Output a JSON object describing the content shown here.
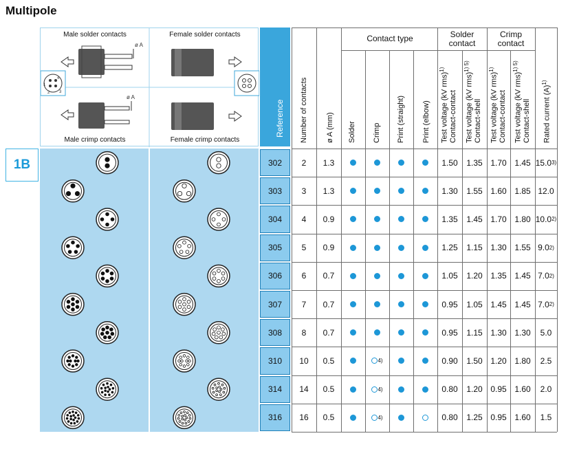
{
  "page_title": "Multipole",
  "series_tag": "1B",
  "diagram": {
    "male_solder": "Male solder contacts",
    "female_solder": "Female solder contacts",
    "male_crimp": "Male crimp contacts",
    "female_crimp": "Female crimp contacts",
    "dim_label": "ø A",
    "pin_numbers": [
      "1",
      "2",
      "3",
      "4"
    ]
  },
  "headers": {
    "reference": "Reference",
    "num_contacts": "Number of contacts",
    "diameter": "ø A (mm)",
    "contact_type": "Contact type",
    "solder": "Solder",
    "crimp": "Crimp",
    "print_straight": "Print (straight)",
    "print_elbow": "Print (elbow)",
    "solder_contact": [
      "Solder",
      "contact"
    ],
    "crimp_contact": [
      "Crimp",
      "contact"
    ],
    "test_voltage_cc": "Test voltage (kV rms)",
    "test_voltage_cc_sup": "1)",
    "test_voltage_cc_2": "Contact-contact",
    "test_voltage_cs": "Test voltage (kV rms)",
    "test_voltage_cs_sup": "1) 5)",
    "test_voltage_cs_2": "Contact-shell",
    "rated_current": "Rated current (A)",
    "rated_current_sup": "1)"
  },
  "rows": [
    {
      "ref": "302",
      "n": "2",
      "a": "1.3",
      "solder": "dot",
      "crimp": "dot",
      "crimp_note": "",
      "ps": "dot",
      "pe": "dot",
      "sc": "1.50",
      "ss": "1.35",
      "cc": "1.70",
      "cs": "1.45",
      "rc": "15.0",
      "rc_note": "3)"
    },
    {
      "ref": "303",
      "n": "3",
      "a": "1.3",
      "solder": "dot",
      "crimp": "dot",
      "crimp_note": "",
      "ps": "dot",
      "pe": "dot",
      "sc": "1.30",
      "ss": "1.55",
      "cc": "1.60",
      "cs": "1.85",
      "rc": "12.0",
      "rc_note": ""
    },
    {
      "ref": "304",
      "n": "4",
      "a": "0.9",
      "solder": "dot",
      "crimp": "dot",
      "crimp_note": "",
      "ps": "dot",
      "pe": "dot",
      "sc": "1.35",
      "ss": "1.45",
      "cc": "1.70",
      "cs": "1.80",
      "rc": "10.0",
      "rc_note": "2)"
    },
    {
      "ref": "305",
      "n": "5",
      "a": "0.9",
      "solder": "dot",
      "crimp": "dot",
      "crimp_note": "",
      "ps": "dot",
      "pe": "dot",
      "sc": "1.25",
      "ss": "1.15",
      "cc": "1.30",
      "cs": "1.55",
      "rc": "9.0",
      "rc_note": "2)"
    },
    {
      "ref": "306",
      "n": "6",
      "a": "0.7",
      "solder": "dot",
      "crimp": "dot",
      "crimp_note": "",
      "ps": "dot",
      "pe": "dot",
      "sc": "1.05",
      "ss": "1.20",
      "cc": "1.35",
      "cs": "1.45",
      "rc": "7.0",
      "rc_note": "2)"
    },
    {
      "ref": "307",
      "n": "7",
      "a": "0.7",
      "solder": "dot",
      "crimp": "dot",
      "crimp_note": "",
      "ps": "dot",
      "pe": "dot",
      "sc": "0.95",
      "ss": "1.05",
      "cc": "1.45",
      "cs": "1.45",
      "rc": "7.0",
      "rc_note": "2)"
    },
    {
      "ref": "308",
      "n": "8",
      "a": "0.7",
      "solder": "dot",
      "crimp": "dot",
      "crimp_note": "",
      "ps": "dot",
      "pe": "dot",
      "sc": "0.95",
      "ss": "1.15",
      "cc": "1.30",
      "cs": "1.30",
      "rc": "5.0",
      "rc_note": ""
    },
    {
      "ref": "310",
      "n": "10",
      "a": "0.5",
      "solder": "dot",
      "crimp": "ring",
      "crimp_note": "4)",
      "ps": "dot",
      "pe": "dot",
      "sc": "0.90",
      "ss": "1.50",
      "cc": "1.20",
      "cs": "1.80",
      "rc": "2.5",
      "rc_note": ""
    },
    {
      "ref": "314",
      "n": "14",
      "a": "0.5",
      "solder": "dot",
      "crimp": "ring",
      "crimp_note": "4)",
      "ps": "dot",
      "pe": "dot",
      "sc": "0.80",
      "ss": "1.20",
      "cc": "0.95",
      "cs": "1.60",
      "rc": "2.0",
      "rc_note": ""
    },
    {
      "ref": "316",
      "n": "16",
      "a": "0.5",
      "solder": "dot",
      "crimp": "ring",
      "crimp_note": "4)",
      "ps": "dot",
      "pe": "ring",
      "sc": "0.80",
      "ss": "1.25",
      "cc": "0.95",
      "cs": "1.60",
      "rc": "1.5",
      "rc_note": ""
    }
  ],
  "colors": {
    "accent": "#1d97d7",
    "panel": "#aed8f0",
    "ref_head": "#3aa6dc",
    "ref_cell": "#8ccbee"
  }
}
